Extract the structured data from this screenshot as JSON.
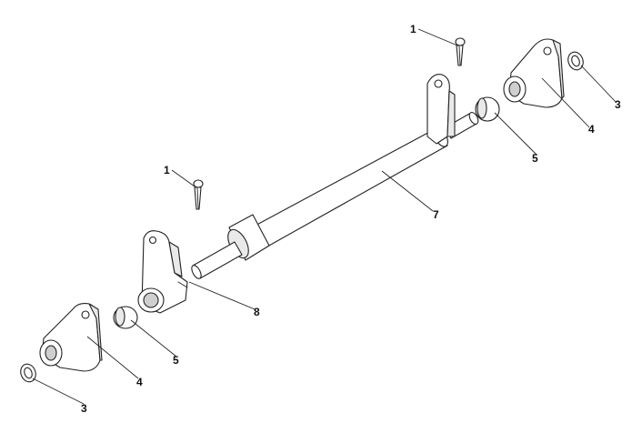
{
  "callouts": [
    {
      "id": "c1a",
      "text": "1"
    },
    {
      "id": "c1b",
      "text": "1"
    },
    {
      "id": "c3a",
      "text": "3"
    },
    {
      "id": "c3b",
      "text": "3"
    },
    {
      "id": "c4a",
      "text": "4"
    },
    {
      "id": "c4b",
      "text": "4"
    },
    {
      "id": "c5a",
      "text": "5"
    },
    {
      "id": "c5b",
      "text": "5"
    },
    {
      "id": "c7",
      "text": "7"
    },
    {
      "id": "c8",
      "text": "8"
    }
  ]
}
